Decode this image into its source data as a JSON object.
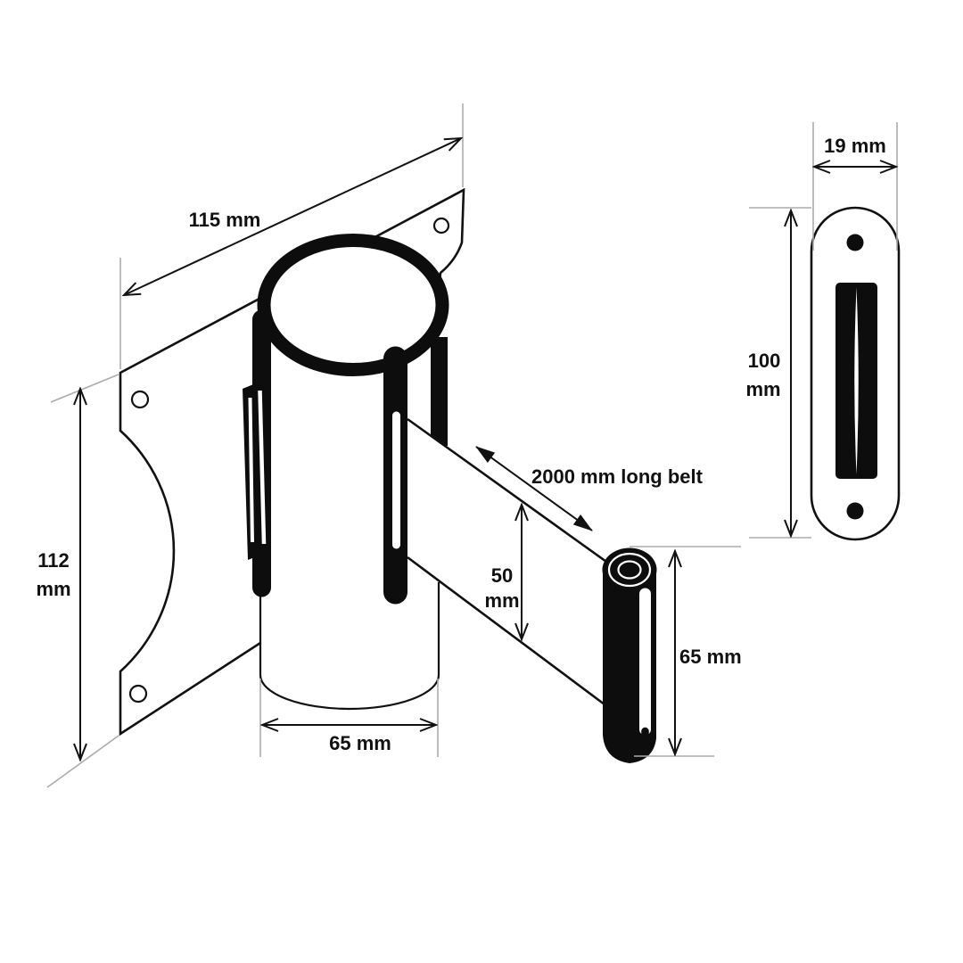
{
  "diagram": {
    "type": "dimensioned technical drawing",
    "colors": {
      "line": "#111111",
      "extension_line": "#ababab",
      "ink": "#0d0d0d",
      "background": "#ffffff"
    },
    "labels": {
      "plate_width": "115 mm",
      "plate_height": {
        "value": "112",
        "unit": "mm"
      },
      "drum_diameter": "65 mm",
      "belt_width": {
        "value": "50",
        "unit": "mm"
      },
      "belt_length": "2000 mm long belt",
      "end_clip_height": "65 mm",
      "wall_clip_width": "19 mm",
      "wall_clip_height": {
        "value": "100",
        "unit": "mm"
      }
    }
  }
}
